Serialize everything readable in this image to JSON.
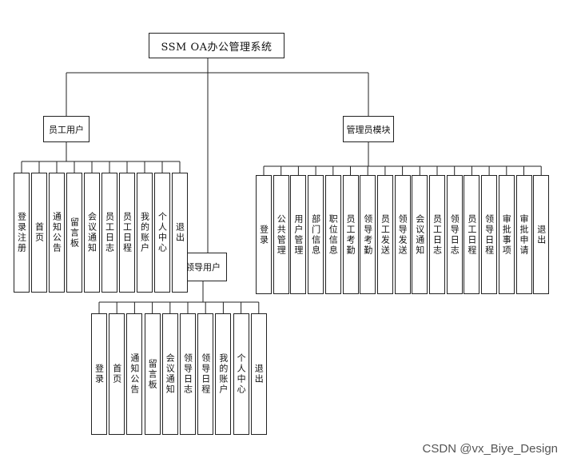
{
  "diagram": {
    "root": "SSM OA办公管理系统",
    "modules": [
      {
        "id": "employee",
        "label": "员工用户",
        "children": [
          "登录注册",
          "首页",
          "通知公告",
          "留言板",
          "会议通知",
          "员工日志",
          "员工日程",
          "我的账户",
          "个人中心",
          "退出"
        ]
      },
      {
        "id": "admin",
        "label": "管理员模块",
        "children": [
          "登录",
          "公共管理",
          "用户管理",
          "部门信息",
          "职位信息",
          "员工考勤",
          "领导考勤",
          "员工发送",
          "领导发送",
          "会议通知",
          "员工日志",
          "领导日志",
          "员工日程",
          "领导日程",
          "审批事项",
          "审批申请",
          "退出"
        ]
      },
      {
        "id": "leader",
        "label": "领导用户",
        "children": [
          "登录",
          "首页",
          "通知公告",
          "留言板",
          "会议通知",
          "领导日志",
          "领导日程",
          "我的账户",
          "个人中心",
          "退出"
        ]
      }
    ]
  },
  "watermark": "CSDN @vx_Biye_Design"
}
